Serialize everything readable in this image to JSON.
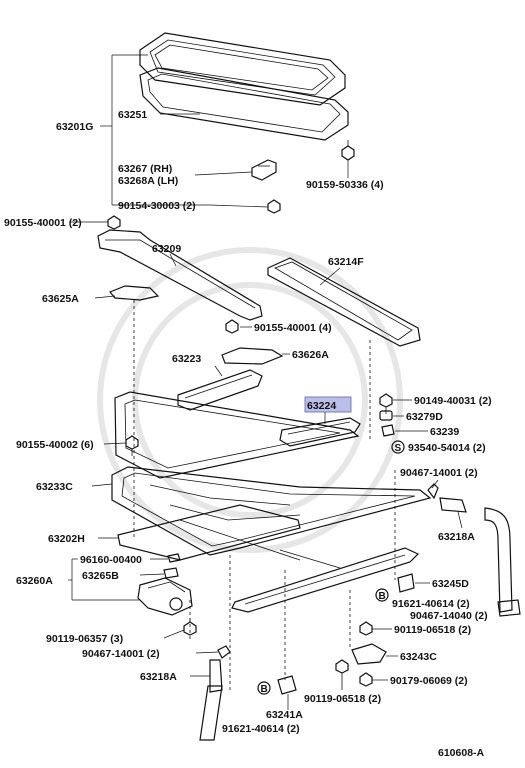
{
  "diagram": {
    "highlighted_part": "63224",
    "code": "610608-A",
    "labels": {
      "p63201G": "63201G",
      "p63251": "63251",
      "p63267": "63267  (RH)",
      "p63268A": "63268A (LH)",
      "p90154": "90154-30003 (2)",
      "p90159": "90159-50336 (4)",
      "p90155_40001a": "90155-40001 (2)",
      "p63209": "63209",
      "p63214F": "63214F",
      "p63625A": "63625A",
      "p90155_40001b": "90155-40001 (4)",
      "p63626A": "63626A",
      "p63223": "63223",
      "p90149": "90149-40031 (2)",
      "p63224": "63224",
      "p63279D": "63279D",
      "p63239": "63239",
      "p93540": "93540-54014 (2)",
      "p90155_40002": "90155-40002 (6)",
      "p90467_a": "90467-14001 (2)",
      "p63233C": "63233C",
      "p63218A_r": "63218A",
      "p63202H": "63202H",
      "p96160": "96160-00400",
      "p63265B": "63265B",
      "p63260A": "63260A",
      "p63245D": "63245D",
      "p91621_a": "91621-40614 (2)",
      "p90467_14040": "90467-14040 (2)",
      "p90119_06518a": "90119-06518 (2)",
      "p90119_06357": "90119-06357 (3)",
      "p90467_b": "90467-14001 (2)",
      "p63243C": "63243C",
      "p63218A_l": "63218A",
      "p90179": "90179-06069 (2)",
      "p63241A": "63241A",
      "p90119_06518b": "90119-06518 (2)",
      "p91621_b": "91621-40614 (2)",
      "marker_b": "B",
      "marker_s": "S"
    }
  }
}
